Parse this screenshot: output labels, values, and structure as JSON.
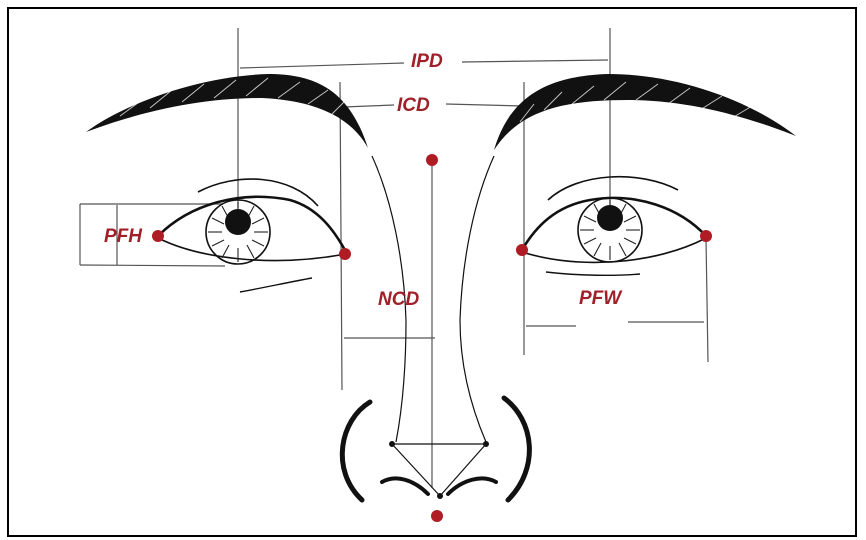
{
  "labels": {
    "ipd": "IPD",
    "icd": "ICD",
    "pfh": "PFH",
    "ncd": "NCD",
    "pfw": "PFW"
  },
  "colors": {
    "background": "#ffffff",
    "frame": "#000000",
    "lines": "#333333",
    "label": "#a0202a",
    "landmark": "#b01c24"
  },
  "landmark_count": 6
}
